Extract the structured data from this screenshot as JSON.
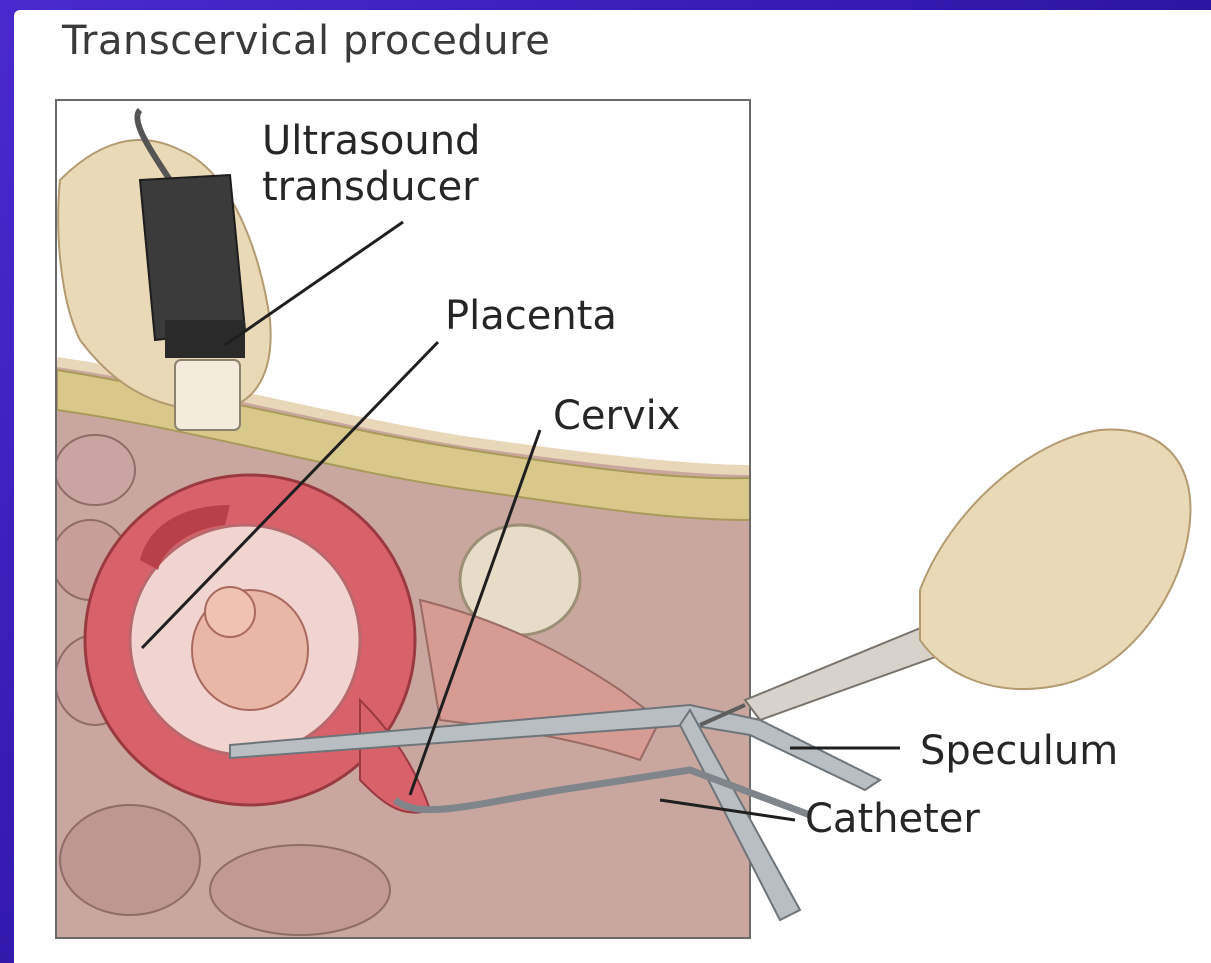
{
  "figure": {
    "title": "Transcervical procedure"
  },
  "labels": {
    "transducer_line1": "Ultrasound",
    "transducer_line2": "transducer",
    "placenta": "Placenta",
    "cervix": "Cervix",
    "speculum": "Speculum",
    "catheter": "Catheter"
  },
  "colors": {
    "frame": "#3a1fb0",
    "uterus": "#d9626a",
    "skin": "#e9d4b6",
    "fat": "#d8c98a",
    "tissue": "#c69a92",
    "instrument": "#9aa0a4"
  }
}
